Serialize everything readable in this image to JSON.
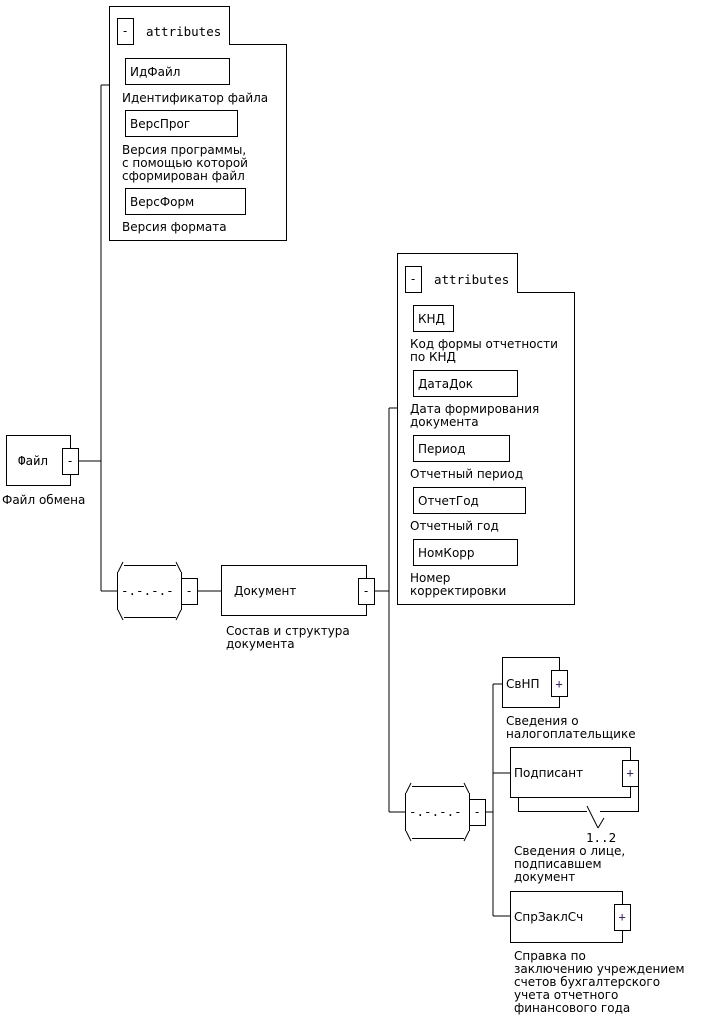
{
  "root": {
    "name": "Файл",
    "description": [
      "Файл обмена"
    ],
    "toggle": "-"
  },
  "file_attributes": {
    "label": "attributes",
    "toggle": "-",
    "items": [
      {
        "name": "ИдФайл",
        "description": [
          "Идентификатор файла"
        ]
      },
      {
        "name": "ВерсПрог",
        "description": [
          "Версия программы,",
          "с помощью которой",
          "сформирован файл"
        ]
      },
      {
        "name": "ВерсФорм",
        "description": [
          "Версия формата"
        ]
      }
    ]
  },
  "sequence_1": {
    "symbol": "-.-.-.-",
    "toggle": "-"
  },
  "document": {
    "name": "Документ",
    "description": [
      "Состав и структура",
      "документа"
    ],
    "toggle": "-"
  },
  "document_attributes": {
    "label": "attributes",
    "toggle": "-",
    "items": [
      {
        "name": "КНД",
        "description": [
          "Код формы отчетности",
          "по КНД"
        ]
      },
      {
        "name": "ДатаДок",
        "description": [
          "Дата формирования",
          "документа"
        ]
      },
      {
        "name": "Период",
        "description": [
          "Отчетный период"
        ]
      },
      {
        "name": "ОтчетГод",
        "description": [
          "Отчетный год"
        ]
      },
      {
        "name": "НомКорр",
        "description": [
          "Номер",
          "корректировки"
        ]
      }
    ]
  },
  "sequence_2": {
    "symbol": "-.-.-.-",
    "toggle": "-"
  },
  "children": [
    {
      "name": "СвНП",
      "toggle": "+",
      "description": [
        "Сведения о",
        "налогоплательщике"
      ]
    },
    {
      "name": "Подписант",
      "toggle": "+",
      "multiplicity": "1..2",
      "description": [
        "Сведения о лице,",
        "подписавшем",
        "документ"
      ]
    },
    {
      "name": "СпрЗаклСч",
      "toggle": "+",
      "description": [
        "Справка по",
        "заключению учреждением",
        "счетов бухгалтерского",
        "учета отчетного",
        "финансового года"
      ]
    }
  ]
}
